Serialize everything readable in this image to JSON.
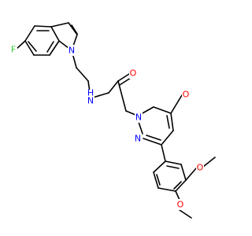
{
  "atoms": {
    "fluorine": "F",
    "indole_nitrogen": "N",
    "amide_nitrogen_hydrogen": "H",
    "amide_nitrogen": "N",
    "carbonyl_oxygen": "O",
    "ring_oxygen": "O",
    "ring_nitrogen_1": "N",
    "ring_nitrogen_2": "N",
    "methoxy_oxygen_1": "O",
    "methoxy_oxygen_2": "O"
  },
  "colors": {
    "carbon_bond": "#000000",
    "nitrogen": "#0000ff",
    "oxygen": "#ff0000",
    "fluorine": "#33cc33"
  }
}
